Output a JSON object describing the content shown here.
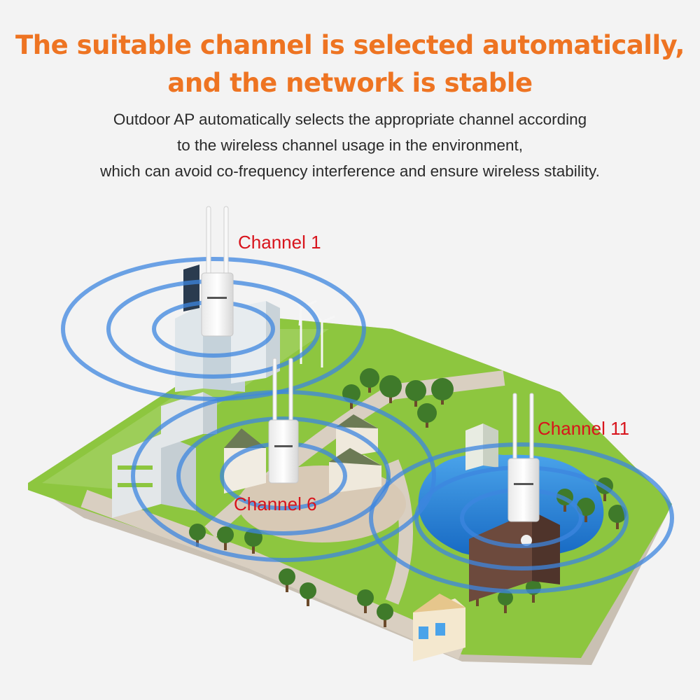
{
  "headline": {
    "line1": "The suitable channel is selected automatically,",
    "line2": "and the network is stable"
  },
  "subtitle": {
    "line1": "Outdoor AP automatically selects the appropriate channel according",
    "line2": "to the wireless channel usage in the environment,",
    "line3": "which can avoid co-frequency interference and ensure wireless stability."
  },
  "channels": {
    "ch1": "Channel 1",
    "ch6": "Channel 6",
    "ch11": "Channel 11"
  },
  "colors": {
    "headline": "#ee7422",
    "channel_label": "#d8141c",
    "signal_ring": "#3d86e0",
    "grass": "#8dc63f",
    "water": "#1e7fd6"
  },
  "icons": {
    "access_point": "outdoor-ap-icon",
    "tree": "tree-icon",
    "building": "building-icon",
    "wind_turbine": "wind-turbine-icon"
  }
}
